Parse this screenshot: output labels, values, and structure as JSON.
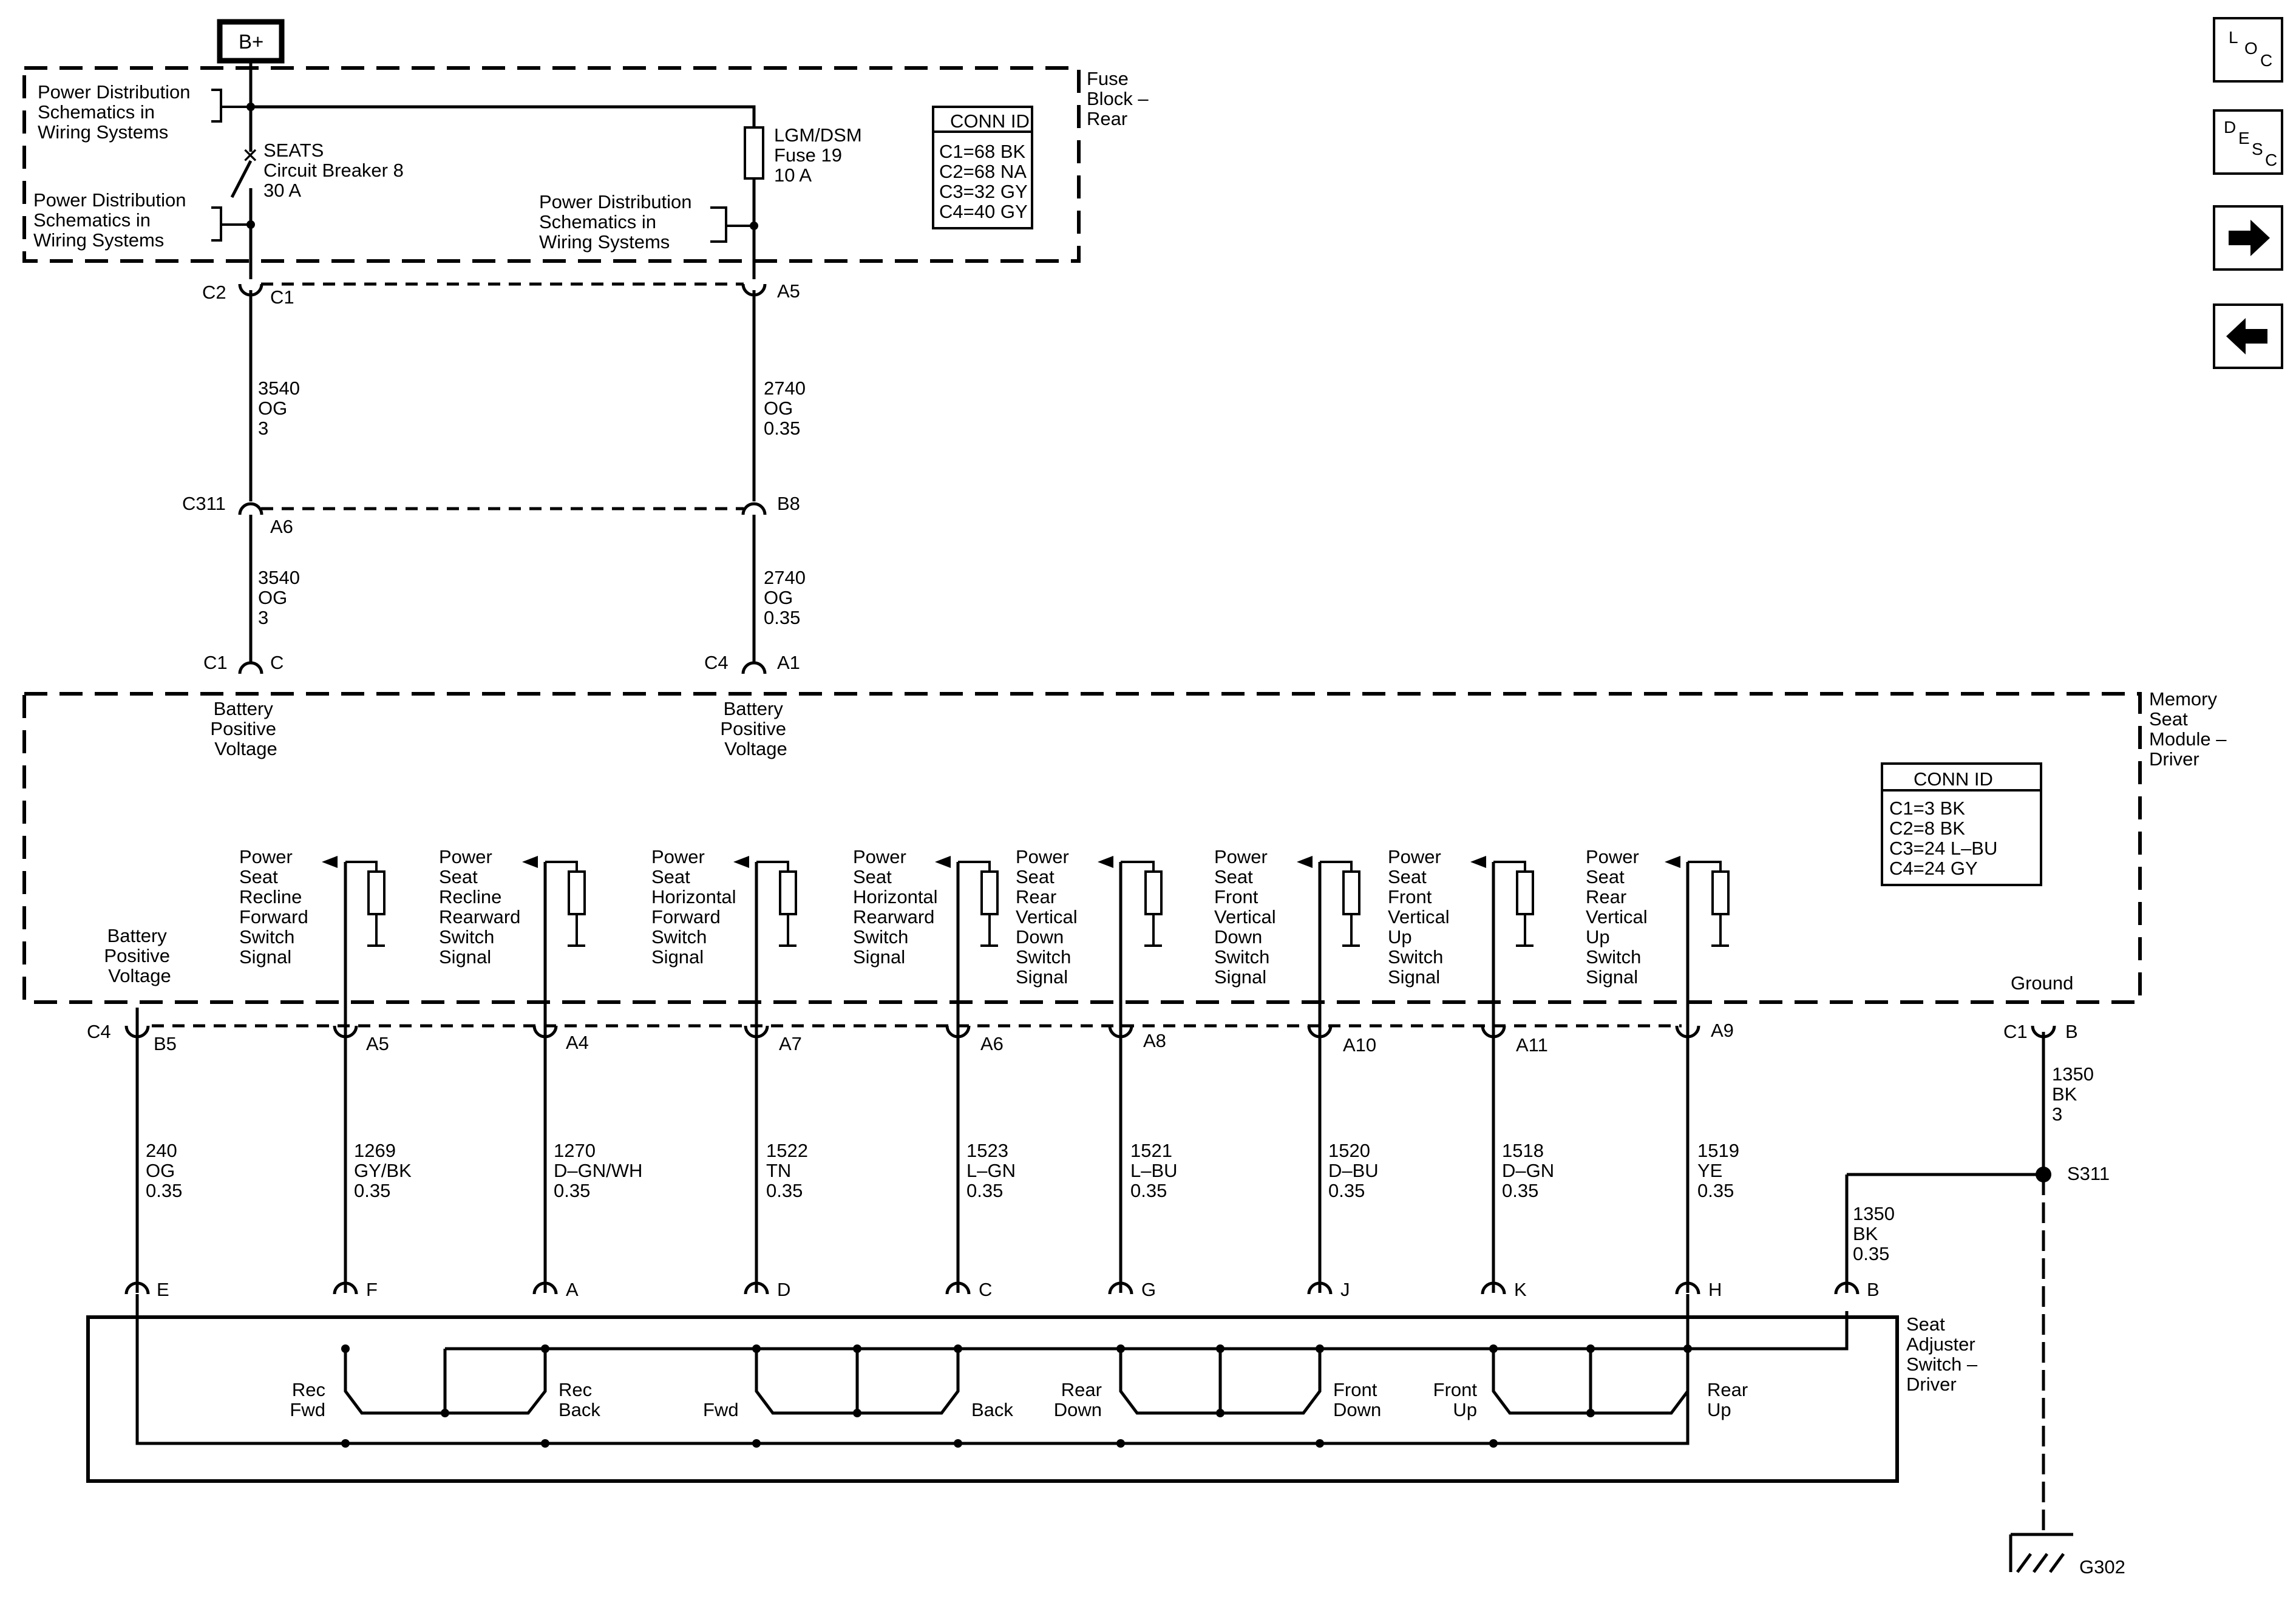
{
  "supply": {
    "b_plus": "B+"
  },
  "fuse_block": {
    "label": [
      "Fuse",
      "Block –",
      "Rear"
    ],
    "pd_ref_1": [
      "Power Distribution",
      "Schematics in",
      "Wiring Systems"
    ],
    "pd_ref_2": [
      "Power Distribution",
      "Schematics in",
      "Wiring Systems"
    ],
    "pd_ref_3": [
      "Power Distribution",
      "Schematics in",
      "Wiring Systems"
    ],
    "breaker": [
      "SEATS",
      "Circuit Breaker 8",
      "30 A"
    ],
    "fuse": [
      "LGM/DSM",
      "Fuse 19",
      "10 A"
    ],
    "conn_id": {
      "title": "CONN ID",
      "rows": [
        "C1=68 BK",
        "C2=68 NA",
        "C3=32 GY",
        "C4=40 GY"
      ]
    }
  },
  "connectors_top": {
    "c2": "C2",
    "c1": "C1",
    "a5": "A5",
    "c311": "C311",
    "a6": "A6",
    "b8": "B8",
    "c1_b": "C1",
    "c": "C",
    "c4": "C4",
    "a1": "A1"
  },
  "wires_top": {
    "w1": [
      "3540",
      "OG",
      "3"
    ],
    "w2": [
      "2740",
      "OG",
      "0.35"
    ],
    "w3": [
      "3540",
      "OG",
      "3"
    ],
    "w4": [
      "2740",
      "OG",
      "0.35"
    ]
  },
  "module": {
    "label": [
      "Memory",
      "Seat",
      "Module –",
      "Driver"
    ],
    "bpv_1": [
      "Battery",
      "Positive",
      "Voltage"
    ],
    "bpv_2": [
      "Battery",
      "Positive",
      "Voltage"
    ],
    "bpv_3": [
      "Battery",
      "Positive",
      "Voltage"
    ],
    "ground": "Ground",
    "conn_id": {
      "title": "CONN ID",
      "rows": [
        "C1=3 BK",
        "C2=8 BK",
        "C3=24 L–BU",
        "C4=24 GY"
      ]
    },
    "signals": [
      [
        "Power",
        "Seat",
        "Recline",
        "Forward",
        "Switch",
        "Signal"
      ],
      [
        "Power",
        "Seat",
        "Recline",
        "Rearward",
        "Switch",
        "Signal"
      ],
      [
        "Power",
        "Seat",
        "Horizontal",
        "Forward",
        "Switch",
        "Signal"
      ],
      [
        "Power",
        "Seat",
        "Horizontal",
        "Rearward",
        "Switch",
        "Signal"
      ],
      [
        "Power",
        "Seat",
        "Rear",
        "Vertical",
        "Down",
        "Switch",
        "Signal"
      ],
      [
        "Power",
        "Seat",
        "Front",
        "Vertical",
        "Down",
        "Switch",
        "Signal"
      ],
      [
        "Power",
        "Seat",
        "Front",
        "Vertical",
        "Up",
        "Switch",
        "Signal"
      ],
      [
        "Power",
        "Seat",
        "Rear",
        "Vertical",
        "Up",
        "Switch",
        "Signal"
      ]
    ]
  },
  "lower_connectors": {
    "c4": "C4",
    "pins": [
      "B5",
      "A5",
      "A4",
      "A7",
      "A6",
      "A8",
      "A10",
      "A11",
      "A9"
    ],
    "c1": "C1",
    "ground_pin": "B"
  },
  "lower_wires": [
    [
      "240",
      "OG",
      "0.35"
    ],
    [
      "1269",
      "GY/BK",
      "0.35"
    ],
    [
      "1270",
      "D–GN/WH",
      "0.35"
    ],
    [
      "1522",
      "TN",
      "0.35"
    ],
    [
      "1523",
      "L–GN",
      "0.35"
    ],
    [
      "1521",
      "L–BU",
      "0.35"
    ],
    [
      "1520",
      "D–BU",
      "0.35"
    ],
    [
      "1518",
      "D–GN",
      "0.35"
    ],
    [
      "1519",
      "YE",
      "0.35"
    ]
  ],
  "ground_wires": {
    "w1": [
      "1350",
      "BK",
      "3"
    ],
    "w2": [
      "1350",
      "BK",
      "0.35"
    ],
    "splice": "S311",
    "ground": "G302"
  },
  "switch": {
    "label": [
      "Seat",
      "Adjuster",
      "Switch –",
      "Driver"
    ],
    "pins": [
      "E",
      "F",
      "A",
      "D",
      "C",
      "G",
      "J",
      "K",
      "H",
      "B"
    ],
    "rec_fwd": [
      "Rec",
      "Fwd"
    ],
    "rec_back": [
      "Rec",
      "Back"
    ],
    "fwd": "Fwd",
    "back": "Back",
    "rear_down": [
      "Rear",
      "Down"
    ],
    "front_down": [
      "Front",
      "Down"
    ],
    "front_up": [
      "Front",
      "Up"
    ],
    "rear_up": [
      "Rear",
      "Up"
    ]
  },
  "nav": {
    "loc": [
      "L",
      "O",
      "C"
    ],
    "desc": [
      "D",
      "E",
      "S",
      "C"
    ]
  }
}
